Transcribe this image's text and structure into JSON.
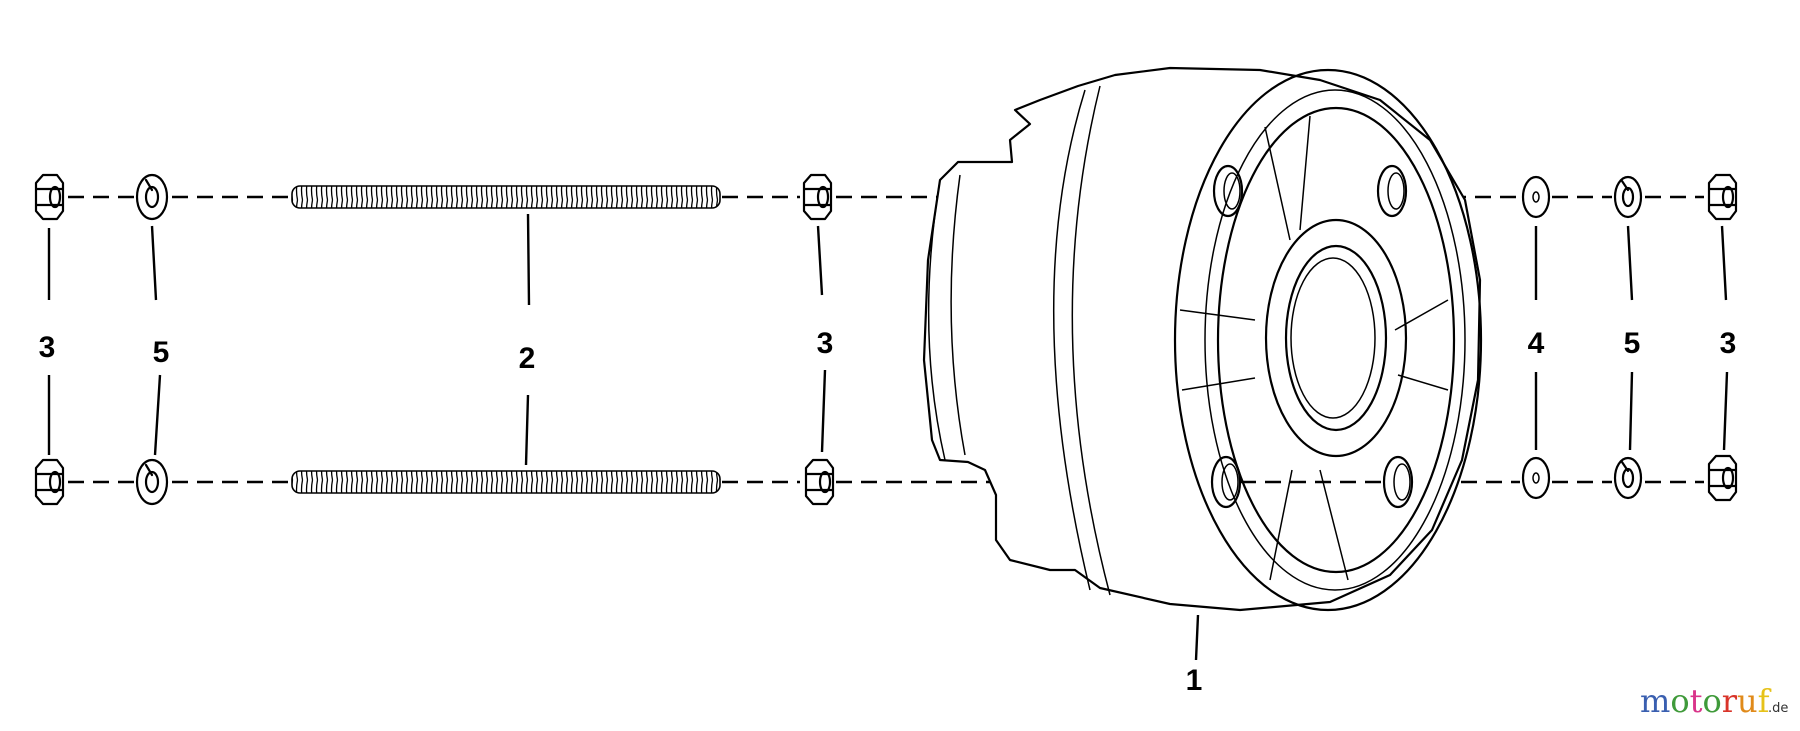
{
  "diagram": {
    "callouts": [
      {
        "id": "left-nut",
        "label": "3"
      },
      {
        "id": "left-washer",
        "label": "5"
      },
      {
        "id": "stud",
        "label": "2"
      },
      {
        "id": "mid-nut",
        "label": "3"
      },
      {
        "id": "flat-washer",
        "label": "4"
      },
      {
        "id": "right-washer",
        "label": "5"
      },
      {
        "id": "right-nut",
        "label": "3"
      },
      {
        "id": "housing",
        "label": "1"
      }
    ]
  },
  "watermark": {
    "letters": [
      "m",
      "o",
      "t",
      "o",
      "r",
      "u",
      "f"
    ],
    "letter_colors": [
      "#3a5fb0",
      "#3f9a3a",
      "#d9348a",
      "#3f9a3a",
      "#d9342a",
      "#e08a1a",
      "#e6c21a"
    ],
    "suffix": ".de"
  }
}
